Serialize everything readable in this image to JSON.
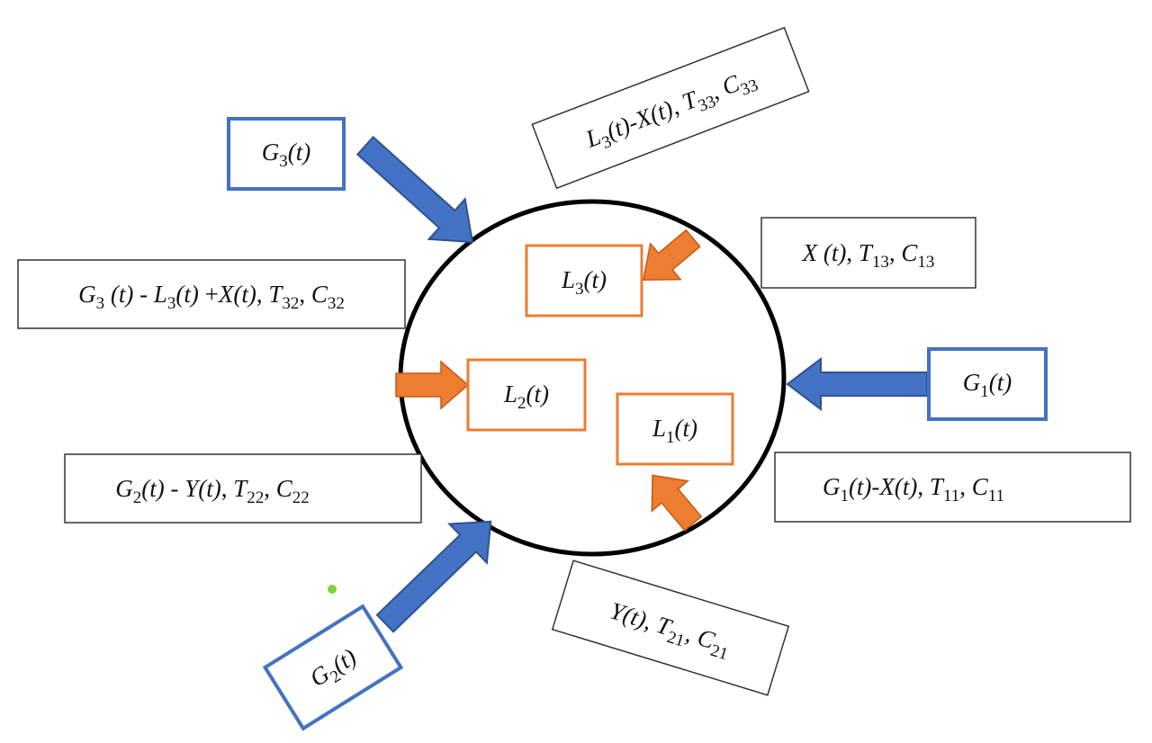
{
  "colors": {
    "blue_arrow": "#4472c4",
    "blue_arrow_edge": "#2f528f",
    "blue_box_border": "#4472c4",
    "orange_arrow": "#ed7d31",
    "orange_box_border": "#ed7d31",
    "circle_stroke": "#000000",
    "label_box_border": "#333333"
  },
  "diagram": {
    "sources": [
      {
        "id": "g3",
        "name": "G",
        "sub": "3",
        "arg": "(t)"
      },
      {
        "id": "g1",
        "name": "G",
        "sub": "1",
        "arg": "(t)"
      },
      {
        "id": "g2",
        "name": "G",
        "sub": "2",
        "arg": "(t)"
      }
    ],
    "inner": [
      {
        "id": "l3",
        "name": "L",
        "sub": "3",
        "arg": "(t)"
      },
      {
        "id": "l2",
        "name": "L",
        "sub": "2",
        "arg": "(t)"
      },
      {
        "id": "l1",
        "name": "L",
        "sub": "1",
        "arg": "(t)"
      }
    ],
    "flows": [
      {
        "id": "l3x",
        "parts": [
          [
            "i",
            "L"
          ],
          [
            "s",
            "3"
          ],
          [
            "i",
            "(t)"
          ],
          [
            "r",
            "-"
          ],
          [
            "i",
            "X"
          ],
          [
            "i",
            "(t)"
          ],
          [
            "r",
            ", "
          ],
          [
            "i",
            "T"
          ],
          [
            "s",
            "33"
          ],
          [
            "r",
            ", "
          ],
          [
            "i",
            "C"
          ],
          [
            "s",
            "33"
          ]
        ]
      },
      {
        "id": "x",
        "parts": [
          [
            "i",
            "X"
          ],
          [
            "r",
            " "
          ],
          [
            "i",
            "(t)"
          ],
          [
            "r",
            ", "
          ],
          [
            "i",
            "T"
          ],
          [
            "s",
            "13"
          ],
          [
            "r",
            ", "
          ],
          [
            "i",
            "C"
          ],
          [
            "s",
            "13"
          ]
        ]
      },
      {
        "id": "g3l3x",
        "parts": [
          [
            "i",
            "G"
          ],
          [
            "s",
            "3"
          ],
          [
            "r",
            " "
          ],
          [
            "i",
            "(t)"
          ],
          [
            "r",
            " - "
          ],
          [
            "i",
            "L"
          ],
          [
            "s",
            "3"
          ],
          [
            "i",
            "(t)"
          ],
          [
            "r",
            " +"
          ],
          [
            "i",
            "X"
          ],
          [
            "i",
            "(t)"
          ],
          [
            "r",
            ",  "
          ],
          [
            "i",
            "T"
          ],
          [
            "s",
            "32"
          ],
          [
            "r",
            ", "
          ],
          [
            "i",
            "C"
          ],
          [
            "s",
            "32"
          ]
        ]
      },
      {
        "id": "g2y",
        "parts": [
          [
            "i",
            "G"
          ],
          [
            "s",
            "2"
          ],
          [
            "i",
            "(t)"
          ],
          [
            "r",
            " - "
          ],
          [
            "i",
            "Y"
          ],
          [
            "i",
            "(t)"
          ],
          [
            "r",
            ", "
          ],
          [
            "i",
            "T"
          ],
          [
            "s",
            "22"
          ],
          [
            "r",
            ", "
          ],
          [
            "i",
            "C"
          ],
          [
            "s",
            "22"
          ]
        ]
      },
      {
        "id": "g1x",
        "parts": [
          [
            "i",
            "G"
          ],
          [
            "s",
            "1"
          ],
          [
            "i",
            "(t)"
          ],
          [
            "r",
            "-"
          ],
          [
            "i",
            "X"
          ],
          [
            "i",
            "(t)"
          ],
          [
            "r",
            ",  "
          ],
          [
            "i",
            "T"
          ],
          [
            "s",
            "11"
          ],
          [
            "r",
            ", "
          ],
          [
            "i",
            "C"
          ],
          [
            "s",
            "11"
          ]
        ]
      },
      {
        "id": "y",
        "parts": [
          [
            "i",
            "Y"
          ],
          [
            "i",
            "(t)"
          ],
          [
            "r",
            ", "
          ],
          [
            "i",
            "T"
          ],
          [
            "s",
            "21"
          ],
          [
            "r",
            ", "
          ],
          [
            "i",
            "C"
          ],
          [
            "s",
            "21"
          ]
        ]
      }
    ]
  }
}
